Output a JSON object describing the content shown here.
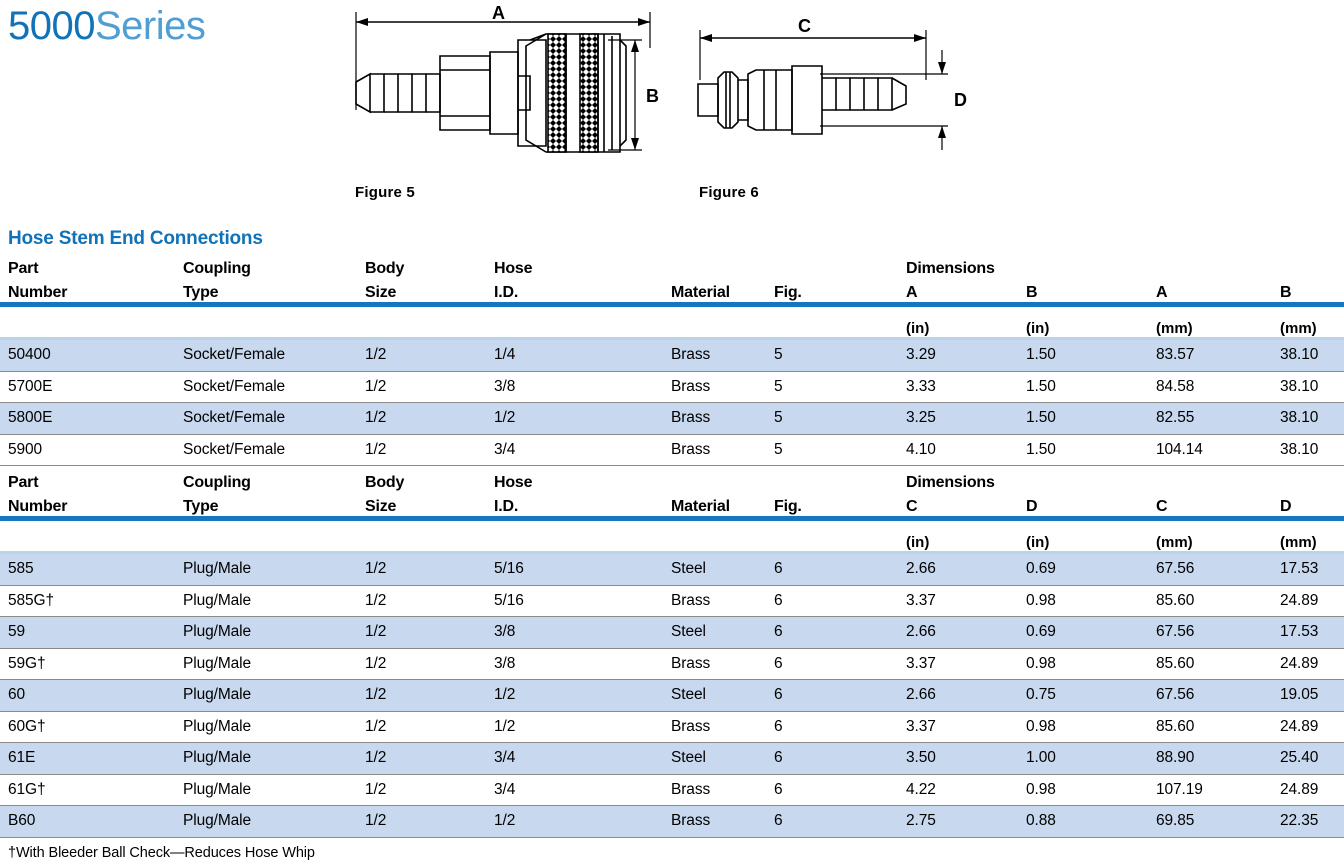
{
  "header": {
    "title_number": "5000",
    "title_word": "Series",
    "figure5_caption": "Figure 5",
    "figure6_caption": "Figure 6",
    "figure5_dim_labels": [
      "A",
      "B"
    ],
    "figure6_dim_labels": [
      "C",
      "D"
    ]
  },
  "section": {
    "title": "Hose Stem End Connections"
  },
  "colors": {
    "title_number": "#1072b8",
    "title_word": "#4f9ed4",
    "section_heading": "#1072b8",
    "rule_thick": "#1577bd",
    "rule_thin": "#b9d3ea",
    "row_shade": "#c7d8ef",
    "row_separator": "#8a8a8a"
  },
  "table1": {
    "headers_line1": [
      "Part",
      "Coupling",
      "Body",
      "Hose",
      "",
      "",
      "Dimensions",
      "",
      "",
      ""
    ],
    "headers_line2": [
      "Number",
      "Type",
      "Size",
      "I.D.",
      "Material",
      "Fig.",
      "A",
      "B",
      "A",
      "B"
    ],
    "units": [
      "",
      "",
      "",
      "",
      "",
      "",
      "(in)",
      "(in)",
      "(mm)",
      "(mm)"
    ],
    "rows": [
      {
        "part": "50400",
        "type": "Socket/Female",
        "body": "1/2",
        "hose": "1/4",
        "material": "Brass",
        "fig": "5",
        "d1": "3.29",
        "d2": "1.50",
        "d3": "83.57",
        "d4": "38.10"
      },
      {
        "part": "5700E",
        "type": "Socket/Female",
        "body": "1/2",
        "hose": "3/8",
        "material": "Brass",
        "fig": "5",
        "d1": "3.33",
        "d2": "1.50",
        "d3": "84.58",
        "d4": "38.10"
      },
      {
        "part": "5800E",
        "type": "Socket/Female",
        "body": "1/2",
        "hose": "1/2",
        "material": "Brass",
        "fig": "5",
        "d1": "3.25",
        "d2": "1.50",
        "d3": "82.55",
        "d4": "38.10"
      },
      {
        "part": "5900",
        "type": "Socket/Female",
        "body": "1/2",
        "hose": "3/4",
        "material": "Brass",
        "fig": "5",
        "d1": "4.10",
        "d2": "1.50",
        "d3": "104.14",
        "d4": "38.10"
      }
    ]
  },
  "table2": {
    "headers_line1": [
      "Part",
      "Coupling",
      "Body",
      "Hose",
      "",
      "",
      "Dimensions",
      "",
      "",
      ""
    ],
    "headers_line2": [
      "Number",
      "Type",
      "Size",
      "I.D.",
      "Material",
      "Fig.",
      "C",
      "D",
      "C",
      "D"
    ],
    "units": [
      "",
      "",
      "",
      "",
      "",
      "",
      "(in)",
      "(in)",
      "(mm)",
      "(mm)"
    ],
    "rows": [
      {
        "part": "585",
        "type": "Plug/Male",
        "body": "1/2",
        "hose": "5/16",
        "material": "Steel",
        "fig": "6",
        "d1": "2.66",
        "d2": "0.69",
        "d3": "67.56",
        "d4": "17.53"
      },
      {
        "part": "585G†",
        "type": "Plug/Male",
        "body": "1/2",
        "hose": "5/16",
        "material": "Brass",
        "fig": "6",
        "d1": "3.37",
        "d2": "0.98",
        "d3": "85.60",
        "d4": "24.89"
      },
      {
        "part": "59",
        "type": "Plug/Male",
        "body": "1/2",
        "hose": "3/8",
        "material": "Steel",
        "fig": "6",
        "d1": "2.66",
        "d2": "0.69",
        "d3": "67.56",
        "d4": "17.53"
      },
      {
        "part": "59G†",
        "type": "Plug/Male",
        "body": "1/2",
        "hose": "3/8",
        "material": "Brass",
        "fig": "6",
        "d1": "3.37",
        "d2": "0.98",
        "d3": "85.60",
        "d4": "24.89"
      },
      {
        "part": "60",
        "type": "Plug/Male",
        "body": "1/2",
        "hose": "1/2",
        "material": "Steel",
        "fig": "6",
        "d1": "2.66",
        "d2": "0.75",
        "d3": "67.56",
        "d4": "19.05"
      },
      {
        "part": "60G†",
        "type": "Plug/Male",
        "body": "1/2",
        "hose": "1/2",
        "material": "Brass",
        "fig": "6",
        "d1": "3.37",
        "d2": "0.98",
        "d3": "85.60",
        "d4": "24.89"
      },
      {
        "part": "61E",
        "type": "Plug/Male",
        "body": "1/2",
        "hose": "3/4",
        "material": "Steel",
        "fig": "6",
        "d1": "3.50",
        "d2": "1.00",
        "d3": "88.90",
        "d4": "25.40"
      },
      {
        "part": "61G†",
        "type": "Plug/Male",
        "body": "1/2",
        "hose": "3/4",
        "material": "Brass",
        "fig": "6",
        "d1": "4.22",
        "d2": "0.98",
        "d3": "107.19",
        "d4": "24.89"
      },
      {
        "part": "B60",
        "type": "Plug/Male",
        "body": "1/2",
        "hose": "1/2",
        "material": "Brass",
        "fig": "6",
        "d1": "2.75",
        "d2": "0.88",
        "d3": "69.85",
        "d4": "22.35"
      }
    ]
  },
  "footnote": "†With Bleeder Ball Check—Reduces Hose Whip"
}
